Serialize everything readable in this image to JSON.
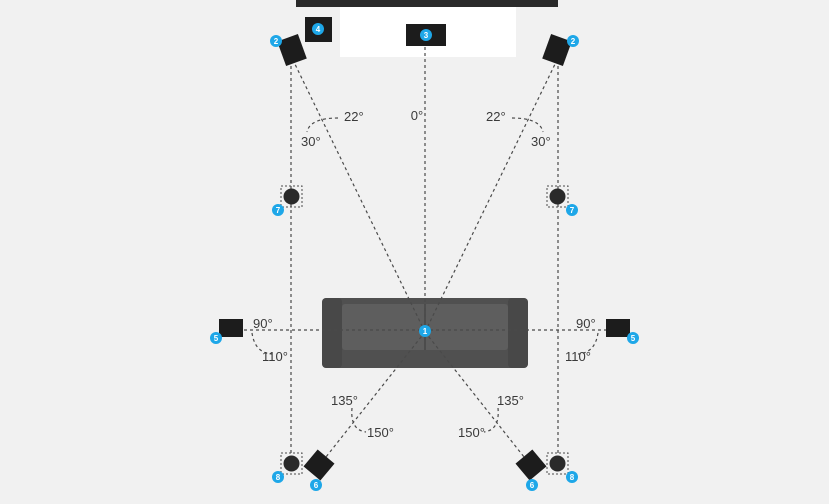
{
  "colors": {
    "background": "#f1f1f1",
    "badge": "#1ea7e8",
    "speaker": "#1c1c1c",
    "sofa": "#4d4d4d",
    "screen": "#ffffff",
    "guide": "#4a4a4a"
  },
  "badges": {
    "listener": "1",
    "front_left": "2",
    "front_right": "2",
    "center": "3",
    "subwoofer": "4",
    "side_left": "5",
    "side_right": "5",
    "rear_left": "6",
    "rear_right": "6",
    "ceiling_left": "7",
    "ceiling_right": "7",
    "back_left": "8",
    "back_right": "8"
  },
  "angles": {
    "center": "0°",
    "front_left_inner": "22°",
    "front_left_outer": "30°",
    "front_right_inner": "22°",
    "front_right_outer": "30°",
    "side_left_inner": "90°",
    "side_left_outer": "110°",
    "side_right_inner": "90°",
    "side_right_outer": "110°",
    "rear_left_inner": "135°",
    "rear_left_outer": "150°",
    "rear_right_inner": "135°",
    "rear_right_outer": "150°"
  },
  "icons": {
    "speaker": "speaker-icon",
    "subwoofer": "subwoofer-icon",
    "sofa": "sofa-icon",
    "tv": "tv-screen-icon"
  }
}
